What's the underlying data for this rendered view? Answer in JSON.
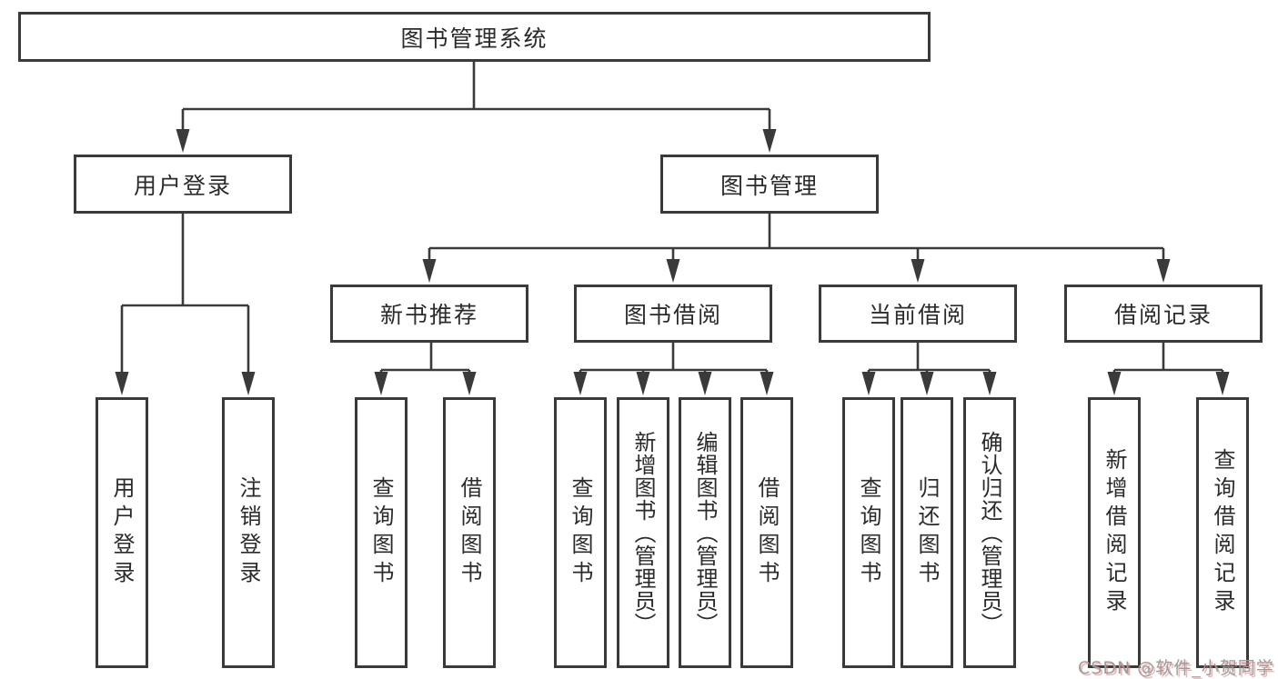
{
  "nodes": {
    "root": "图书管理系统",
    "level2": [
      "用户登录",
      "图书管理"
    ],
    "level3": [
      "新书推荐",
      "图书借阅",
      "当前借阅",
      "借阅记录"
    ],
    "leaves": [
      "用户登录",
      "注销登录",
      "查询图书",
      "借阅图书",
      "查询图书",
      "新增图书（管理员）",
      "编辑图书（管理员）",
      "借阅图书",
      "查询图书",
      "归还图书",
      "确认归还（管理员）",
      "新增借阅记录",
      "查询借阅记录"
    ]
  },
  "watermark": "CSDN @软件_小贺同学",
  "colors": {
    "line": "#3a3a3a",
    "text": "#2b2b2b",
    "box_background": "#ffffff",
    "page_background": "#ffffff",
    "watermark_text": "#9c9c9c",
    "watermark_shadow": "#de7878"
  }
}
